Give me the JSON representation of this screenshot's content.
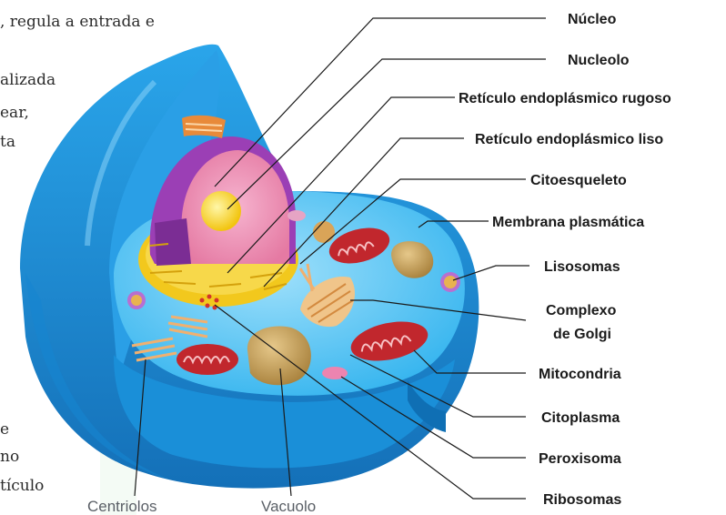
{
  "background_text": {
    "line1": ", regula a entrada e",
    "line2": "alizada",
    "line3": "ear,",
    "line4": "ta",
    "line5": "e",
    "line6": "no",
    "line7": "tículo"
  },
  "labels": {
    "nucleo": "Núcleo",
    "nucleolo": "Nucleolo",
    "rer": "Retículo endoplásmico rugoso",
    "rel": "Retículo endoplásmico liso",
    "citoesqueleto": "Citoesqueleto",
    "membrana": "Membrana plasmática",
    "lisosomas": "Lisosomas",
    "golgi_1": "Complexo",
    "golgi_2": "de Golgi",
    "mitocondria": "Mitocondria",
    "citoplasma": "Citoplasma",
    "peroxisoma": "Peroxisoma",
    "ribosomas": "Ribosomas",
    "centriolos": "Centriolos",
    "vacuolo": "Vacuolo"
  },
  "colors": {
    "membrane": "#1e9be0",
    "cytoplasm": "#4fc3f4",
    "nucleus_outer": "#8e44ad",
    "nucleus_inner": "#ef8fb3",
    "nucleolus": "#f7d51d",
    "er": "#f5c518",
    "mitochondria": "#c0282f",
    "vacuole": "#c9a15a"
  }
}
